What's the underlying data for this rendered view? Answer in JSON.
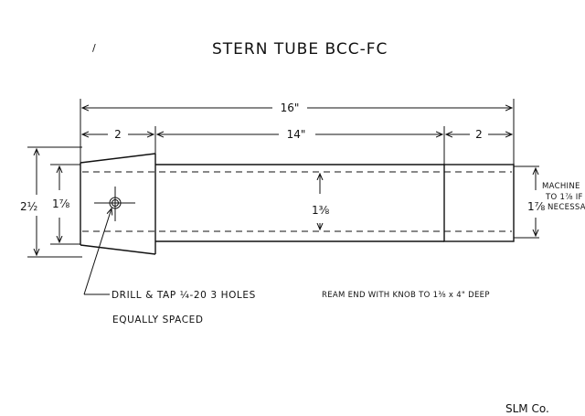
{
  "title": "STERN TUBE BCC-FC",
  "page_mark": "/",
  "company": "SLM Co.",
  "dimensions": {
    "overall_length": "16\"",
    "main_length": "14\"",
    "left_taper": "2",
    "right_section": "2",
    "outer_diameter": "2½",
    "taper_bore": "1⅞",
    "bore": "1⅜",
    "right_bore": "1⅞"
  },
  "notes": {
    "drill_line1": "DRILL & TAP ¼-20  3 HOLES",
    "drill_line2": "EQUALLY  SPACED",
    "ream": "REAM END WITH KNOB TO 1⅜ x 4\" DEEP",
    "machine_line1": "MACHINE",
    "machine_line2": "TO 1⅞ IF",
    "machine_line3": "NECESSARY"
  }
}
